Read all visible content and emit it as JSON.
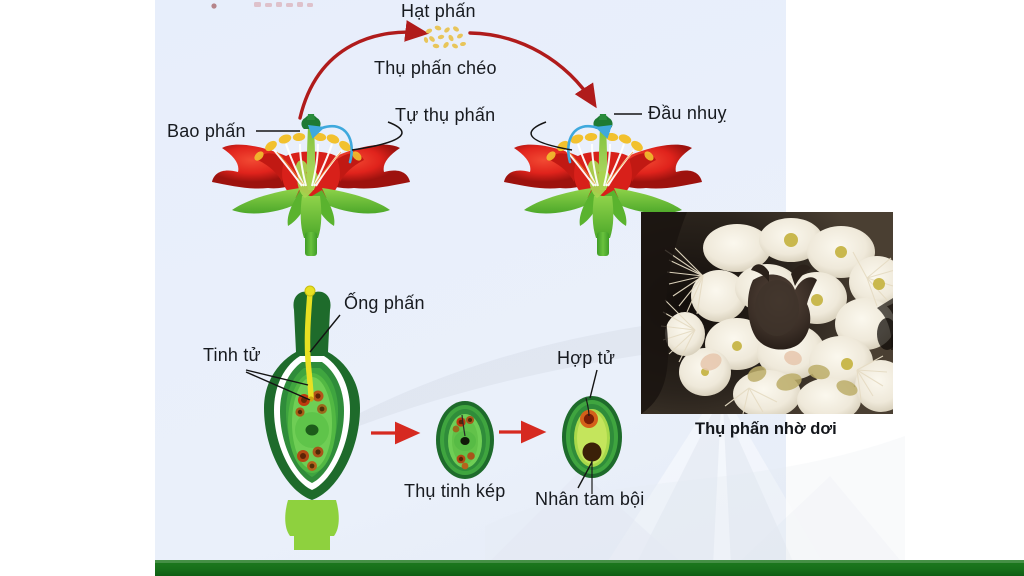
{
  "slide": {
    "background_color": "#e8eefb",
    "accent_bar_color": "#17701a",
    "watermark": "mountain-silhouette"
  },
  "diagram": {
    "title_area_note": "Pollination and double fertilization diagram (Vietnamese)",
    "top_section": {
      "name": "pollination",
      "labels": {
        "pollen_grains": "Hạt phấn",
        "cross_pollination": "Thụ phấn chéo",
        "self_pollination": "Tự thụ phấn",
        "anther": "Bao phấn",
        "stigma": "Đầu nhuỵ"
      },
      "arrow_colors": {
        "cross_pollination": "#b01b1b",
        "self_pollination": "#3fa9dd"
      },
      "flower_colors": {
        "petal": "#e0231c",
        "petal_shadow": "#a8120e",
        "sepal": "#6dbd2e",
        "pistil": "#9ccb3b",
        "stigma": "#1e7a33",
        "anther": "#f2c12e",
        "filament": "#ffffff"
      },
      "pollen_color": "#e8c55a",
      "pollen_count": 13
    },
    "bottom_section": {
      "name": "double-fertilization",
      "labels": {
        "pollen_tube": "Ống phấn",
        "sperm_cells": "Tinh tử",
        "double_fertilization": "Thụ tinh kép",
        "zygote": "Hợp tử",
        "triploid_nucleus": "Nhân tam bội"
      },
      "arrow_color": "#d62a20",
      "stage_count": 3,
      "ovary_colors": {
        "wall_dark": "#1e6b2b",
        "wall_mid": "#2f8c3a",
        "inner": "#62c24a",
        "embryo_sac": "#6fce55",
        "tube": "#e8e022",
        "egg_nucleus": "#1d5c1a",
        "antipodal": "#a8421a",
        "zygote": "#c0380f",
        "triploid": "#3a2008"
      }
    }
  },
  "photo_panel": {
    "caption": "Thụ phấn nhờ dơi",
    "alt": "Bat feeding on white flowers — bat pollination photograph",
    "colors": {
      "flower_white": "#f3efe4",
      "stamen_cream": "#e8dfc2",
      "anther_yellow": "#c9b84e",
      "bat_dark": "#3b2f28",
      "background_dark": "#241d18"
    }
  }
}
